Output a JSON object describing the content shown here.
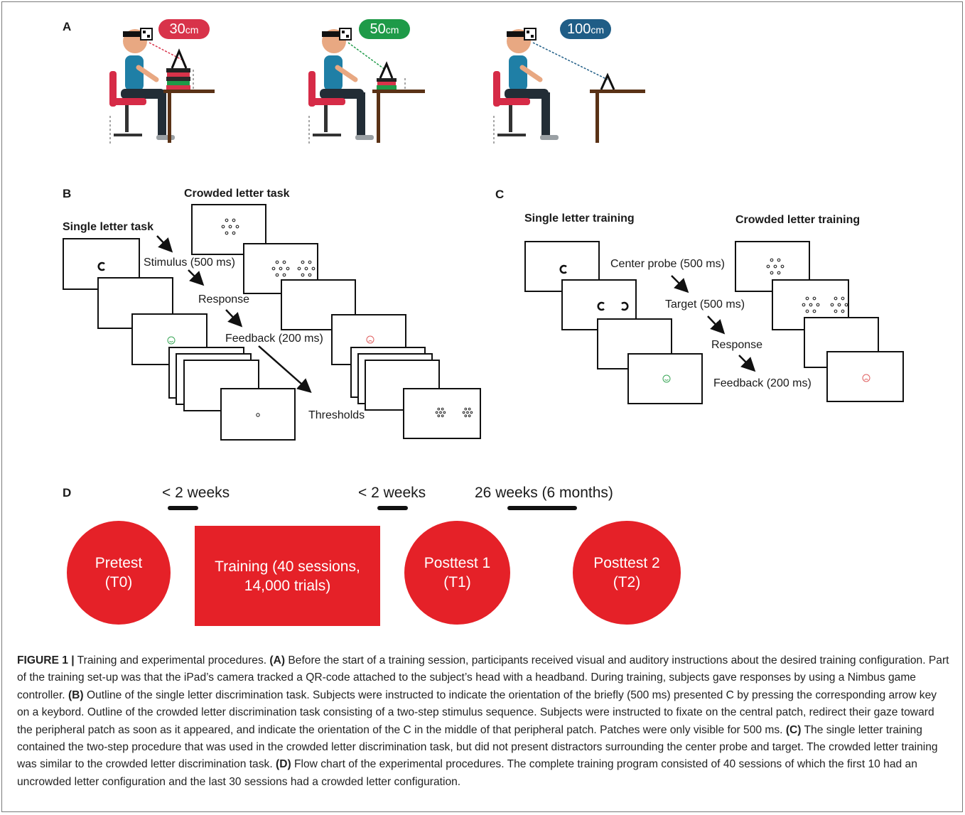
{
  "panels": {
    "a": {
      "letter": "A",
      "distances": [
        {
          "value": "30",
          "unit": "cm",
          "color": "#d8334a"
        },
        {
          "value": "50",
          "unit": "cm",
          "color": "#1e9a48"
        },
        {
          "value": "100",
          "unit": "cm",
          "color": "#1f5d86"
        }
      ]
    },
    "b": {
      "letter": "B",
      "crowded_task": "Crowded letter task",
      "single_task": "Single letter task",
      "stimulus": "Stimulus (500 ms)",
      "response": "Response",
      "feedback": "Feedback (200 ms)",
      "thresholds": "Thresholds"
    },
    "c": {
      "letter": "C",
      "single_training": "Single letter training",
      "crowded_training": "Crowded letter training",
      "center_probe": "Center probe (500 ms)",
      "target": "Target (500 ms)",
      "response": "Response",
      "feedback": "Feedback (200 ms)"
    },
    "d": {
      "letter": "D",
      "intervals": [
        "< 2 weeks",
        "< 2 weeks",
        "26 weeks (6 months)"
      ],
      "pretest": {
        "line1": "Pretest",
        "line2": "(T0)"
      },
      "training": {
        "line1": "Training (40 sessions,",
        "line2": "14,000 trials)"
      },
      "posttest1": {
        "line1": "Posttest 1",
        "line2": "(T1)"
      },
      "posttest2": {
        "line1": "Posttest 2",
        "line2": "(T2)"
      },
      "accent": "#e52128"
    }
  },
  "caption": {
    "label": "FIGURE 1 |",
    "intro": " Training and experimental procedures. ",
    "a_tag": "(A)",
    "a_text": " Before the start of a training session, participants received visual and auditory instructions about the desired training configuration. Part of the training set-up was that the iPad’s camera tracked a QR-code attached to the subject’s head with a headband. During training, subjects gave responses by using a Nimbus game controller. ",
    "b_tag": "(B)",
    "b_text": " Outline of the single letter discrimination task. Subjects were instructed to indicate the orientation of the briefly (500 ms) presented C by pressing the corresponding arrow key on a keybord. Outline of the crowded letter discrimination task consisting of a two-step stimulus sequence. Subjects were instructed to fixate on the central patch, redirect their gaze toward the peripheral patch as soon as it appeared, and indicate the orientation of the C in the middle of that peripheral patch. Patches were only visible for 500 ms. ",
    "c_tag": "(C)",
    "c_text": " The single letter training contained the two-step procedure that was used in the crowded letter discrimination task, but did not present distractors surrounding the center probe and target. The crowded letter training was similar to the crowded letter discrimination task. ",
    "d_tag": "(D)",
    "d_text": " Flow chart of the experimental procedures. The complete training program consisted of 40 sessions of which the first 10 had an uncrowded letter configuration and the last 30 sessions had a crowded letter configuration."
  }
}
